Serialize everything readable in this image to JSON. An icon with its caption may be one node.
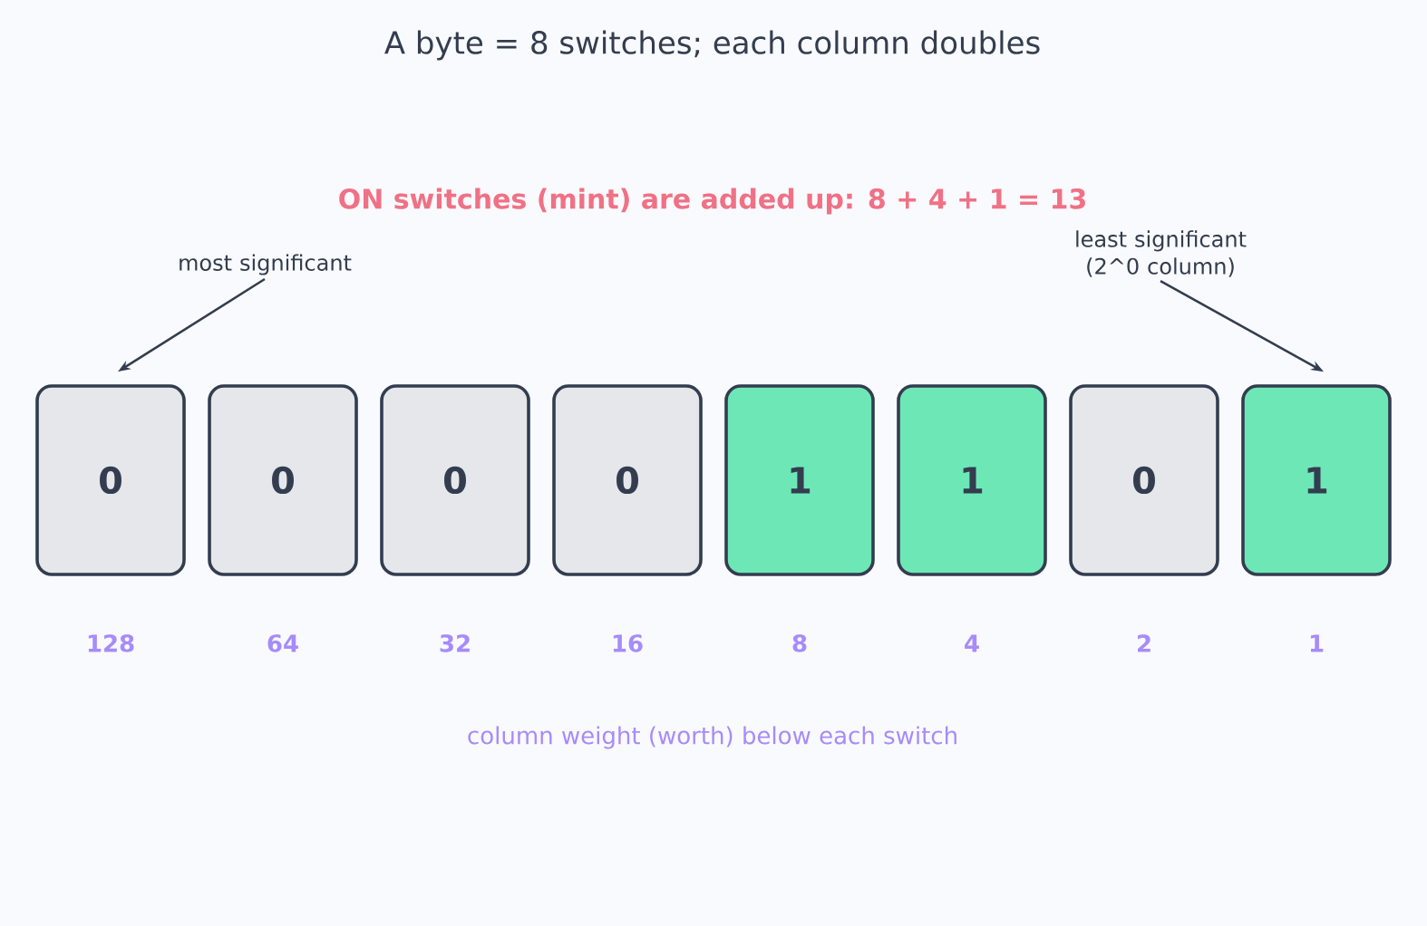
{
  "diagram": {
    "title": "A byte = 8 switches; each column doubles",
    "nodes": [
      {
        "text": [
          "0"
        ],
        "beside": [
          "128"
        ]
      },
      {
        "text": [
          "0"
        ],
        "beside": [
          "64"
        ]
      },
      {
        "text": [
          "0"
        ],
        "beside": [
          "32"
        ]
      },
      {
        "text": [
          "0"
        ],
        "beside": [
          "16"
        ]
      },
      {
        "text": [
          "1"
        ],
        "beside": [
          "8"
        ]
      },
      {
        "text": [
          "1"
        ],
        "beside": [
          "4"
        ]
      },
      {
        "text": [
          "0"
        ],
        "beside": [
          "2"
        ]
      },
      {
        "text": [
          "1"
        ],
        "beside": [
          "1"
        ]
      },
      {
        "text": [
          "most significant"
        ]
      },
      {
        "text": [
          "least significant (2^0 column)"
        ]
      }
    ],
    "edges": [
      {
        "from": 8,
        "to": 0,
        "arrow": "to"
      },
      {
        "from": 9,
        "to": 7,
        "arrow": "to"
      }
    ],
    "labels": [
      "ON switches (mint) are added up:  8 + 4 + 1 = 13",
      "column weight (worth) below each switch"
    ]
  }
}
